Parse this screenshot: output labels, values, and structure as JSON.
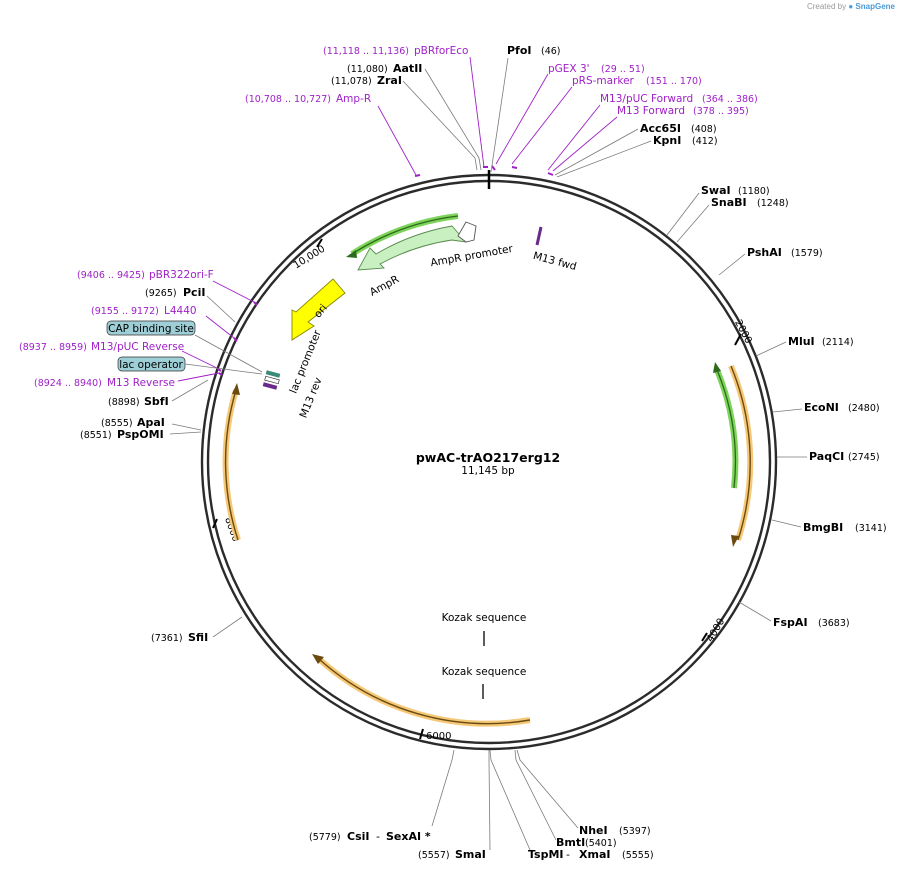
{
  "credit": {
    "prefix": "Created by",
    "brand": "SnapGene"
  },
  "plasmid": {
    "name": "pwAC-trAO217erg12",
    "size": "11,145 bp"
  },
  "ticks": [
    "2000",
    "4000",
    "6000",
    "8000",
    "10,000"
  ],
  "enzymes": [
    {
      "name": "PfoI",
      "pos": "(46)"
    },
    {
      "name": "AatII",
      "pos": "(11,080)"
    },
    {
      "name": "ZraI",
      "pos": "(11,078)"
    },
    {
      "name": "Acc65I",
      "pos": "(408)"
    },
    {
      "name": "KpnI",
      "pos": "(412)"
    },
    {
      "name": "SwaI",
      "pos": "(1180)"
    },
    {
      "name": "SnaBI",
      "pos": "(1248)"
    },
    {
      "name": "PshAI",
      "pos": "(1579)"
    },
    {
      "name": "MluI",
      "pos": "(2114)"
    },
    {
      "name": "EcoNI",
      "pos": "(2480)"
    },
    {
      "name": "PaqCI",
      "pos": "(2745)"
    },
    {
      "name": "BmgBI",
      "pos": "(3141)"
    },
    {
      "name": "FspAI",
      "pos": "(3683)"
    },
    {
      "name": "NheI",
      "pos": "(5397)"
    },
    {
      "name": "BmtI",
      "pos": "(5401)"
    },
    {
      "name": "TspMI",
      "pos": "(5555)"
    },
    {
      "name": "XmaI",
      "pos": "(5555)"
    },
    {
      "name": "SmaI",
      "pos": "(5557)"
    },
    {
      "name": "CsiI",
      "pos": "(5779)"
    },
    {
      "name": "SexAI *",
      "pos": ""
    },
    {
      "name": "SfiI",
      "pos": "(7361)"
    },
    {
      "name": "ApaI",
      "pos": "(8555)"
    },
    {
      "name": "PspOMI",
      "pos": "(8551)"
    },
    {
      "name": "SbfI",
      "pos": "(8898)"
    },
    {
      "name": "PciI",
      "pos": "(9265)"
    }
  ],
  "primers": [
    {
      "name": "pBRforEco",
      "range": "(11,118 .. 11,136)"
    },
    {
      "name": "pGEX 3'",
      "range": "(29 .. 51)"
    },
    {
      "name": "pRS-marker",
      "range": "(151 .. 170)"
    },
    {
      "name": "M13/pUC Forward",
      "range": "(364 .. 386)"
    },
    {
      "name": "M13 Forward",
      "range": "(378 .. 395)"
    },
    {
      "name": "Amp-R",
      "range": "(10,708 .. 10,727)"
    },
    {
      "name": "pBR322ori-F",
      "range": "(9406 .. 9425)"
    },
    {
      "name": "L4440",
      "range": "(9155 .. 9172)"
    },
    {
      "name": "M13/pUC Reverse",
      "range": "(8937 .. 8959)"
    },
    {
      "name": "M13 Reverse",
      "range": "(8924 .. 8940)"
    }
  ],
  "boxed_features": [
    "CAP binding site",
    "lac operator"
  ],
  "features": {
    "ampr_promoter": "AmpR promoter",
    "ampr": "AmpR",
    "ori": "ori",
    "lac_promoter": "lac promoter",
    "m13_rev": "M13 rev",
    "m13_fwd": "M13 fwd",
    "kozak1": "Kozak sequence",
    "kozak2": "Kozak sequence"
  },
  "colors": {
    "backbone": "#2b2b2b",
    "primer": "#a020c8",
    "orf_fill": "#f5c878",
    "orf_line": "#6b4a10",
    "green_orf": "#7ed35a",
    "ampr_fill": "#c8f0c0",
    "ori_fill": "#ffff00",
    "box_fill": "#9ecfd6",
    "lac_marker": "#6a2a8a"
  }
}
